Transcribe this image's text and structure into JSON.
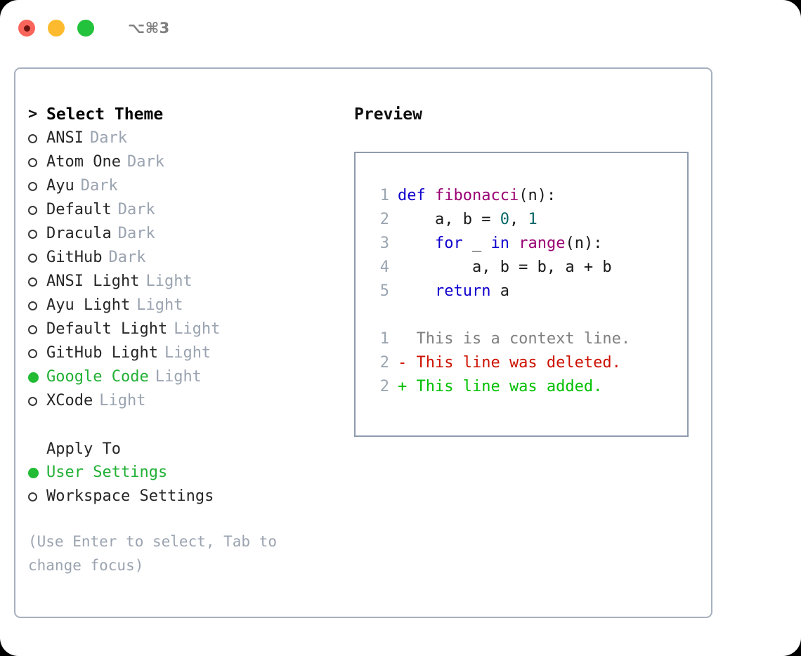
{
  "titlebar": {
    "shortcut": "⌥⌘3",
    "lights": [
      {
        "name": "close",
        "color": "#f9655b"
      },
      {
        "name": "minimize",
        "color": "#fcbb2e"
      },
      {
        "name": "zoom",
        "color": "#22c23d"
      }
    ]
  },
  "theme_picker": {
    "caret": ">",
    "heading": "Select Theme",
    "marker_unselected": "○",
    "marker_selected": "●",
    "items": [
      {
        "name": "ANSI",
        "tag": "Dark",
        "selected": false
      },
      {
        "name": "Atom One",
        "tag": "Dark",
        "selected": false
      },
      {
        "name": "Ayu",
        "tag": "Dark",
        "selected": false
      },
      {
        "name": "Default",
        "tag": "Dark",
        "selected": false
      },
      {
        "name": "Dracula",
        "tag": "Dark",
        "selected": false
      },
      {
        "name": "GitHub",
        "tag": "Dark",
        "selected": false
      },
      {
        "name": "ANSI Light",
        "tag": "Light",
        "selected": false
      },
      {
        "name": "Ayu Light",
        "tag": "Light",
        "selected": false
      },
      {
        "name": "Default Light",
        "tag": "Light",
        "selected": false
      },
      {
        "name": "GitHub Light",
        "tag": "Light",
        "selected": false
      },
      {
        "name": "Google Code",
        "tag": "Light",
        "selected": true
      },
      {
        "name": "XCode",
        "tag": "Light",
        "selected": false
      }
    ]
  },
  "apply_to": {
    "heading": "Apply To",
    "items": [
      {
        "name": "User Settings",
        "selected": true
      },
      {
        "name": "Workspace Settings",
        "selected": false
      }
    ]
  },
  "hint": "(Use Enter to select, Tab to change focus)",
  "preview": {
    "title": "Preview",
    "code_lines": [
      {
        "no": "1",
        "tokens": [
          {
            "t": "def",
            "c": "kw"
          },
          {
            "t": " ",
            "c": "pl"
          },
          {
            "t": "fibonacci",
            "c": "fn"
          },
          {
            "t": "(n):",
            "c": "pl"
          }
        ]
      },
      {
        "no": "2",
        "tokens": [
          {
            "t": "    a, b = ",
            "c": "pl"
          },
          {
            "t": "0",
            "c": "num"
          },
          {
            "t": ", ",
            "c": "pl"
          },
          {
            "t": "1",
            "c": "num"
          }
        ]
      },
      {
        "no": "3",
        "tokens": [
          {
            "t": "    ",
            "c": "pl"
          },
          {
            "t": "for",
            "c": "kw"
          },
          {
            "t": " _ ",
            "c": "pl"
          },
          {
            "t": "in",
            "c": "kw"
          },
          {
            "t": " ",
            "c": "pl"
          },
          {
            "t": "range",
            "c": "fn"
          },
          {
            "t": "(n):",
            "c": "pl"
          }
        ]
      },
      {
        "no": "4",
        "tokens": [
          {
            "t": "        a, b = b, a + b",
            "c": "pl"
          }
        ]
      },
      {
        "no": "5",
        "tokens": [
          {
            "t": "    ",
            "c": "pl"
          },
          {
            "t": "return",
            "c": "kw"
          },
          {
            "t": " a",
            "c": "pl"
          }
        ]
      }
    ],
    "diff_lines": [
      {
        "no": "1",
        "text": "  This is a context line.",
        "kind": "ctx"
      },
      {
        "no": "2",
        "text": "- This line was deleted.",
        "kind": "del"
      },
      {
        "no": "2",
        "text": "+ This line was added.",
        "kind": "add"
      }
    ]
  },
  "colors": {
    "accent_green": "#22bb33",
    "selected_text": "#21b035",
    "muted": "#9aa3b0",
    "border": "#a7b0bf",
    "code_border": "#8f9bae",
    "keyword": "#0f00cc",
    "function": "#990073",
    "number": "#066666",
    "diff_deleted": "#cc1100",
    "diff_added": "#00c000"
  }
}
